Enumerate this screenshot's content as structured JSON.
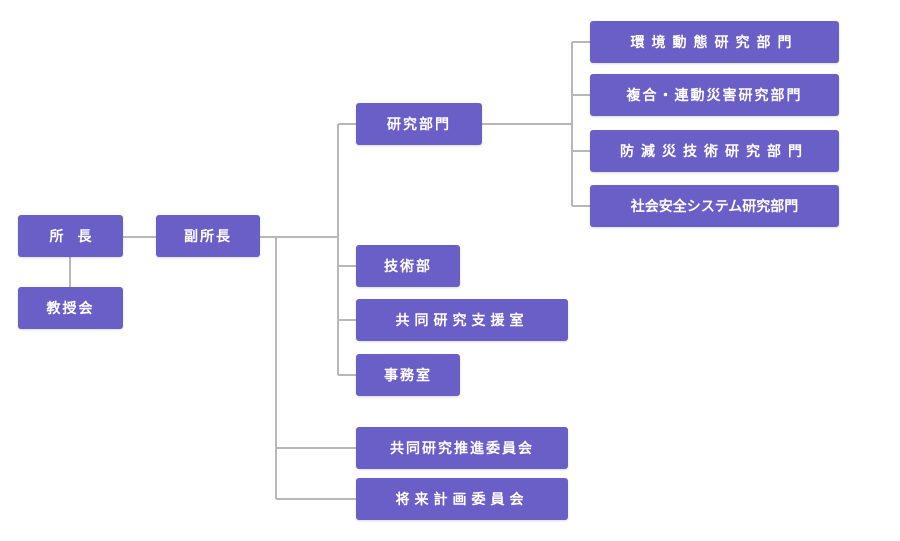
{
  "org": {
    "director": "所　長",
    "faculty_council": "教授会",
    "deputy_director": "副所長",
    "research_divisions": "研究部門",
    "divisions": [
      "環境動態研究部門",
      "複合・連動災害研究部門",
      "防減災技術研究部門",
      "社会安全システム研究部門"
    ],
    "technical_department": "技術部",
    "joint_research_support_office": "共同研究支援室",
    "administration_office": "事務室",
    "joint_research_committee": "共同研究推進委員会",
    "future_planning_committee": "将来計画委員会"
  },
  "colors": {
    "box": "#6a5ec7",
    "line": "#b8b8b8",
    "text": "#ffffff"
  }
}
